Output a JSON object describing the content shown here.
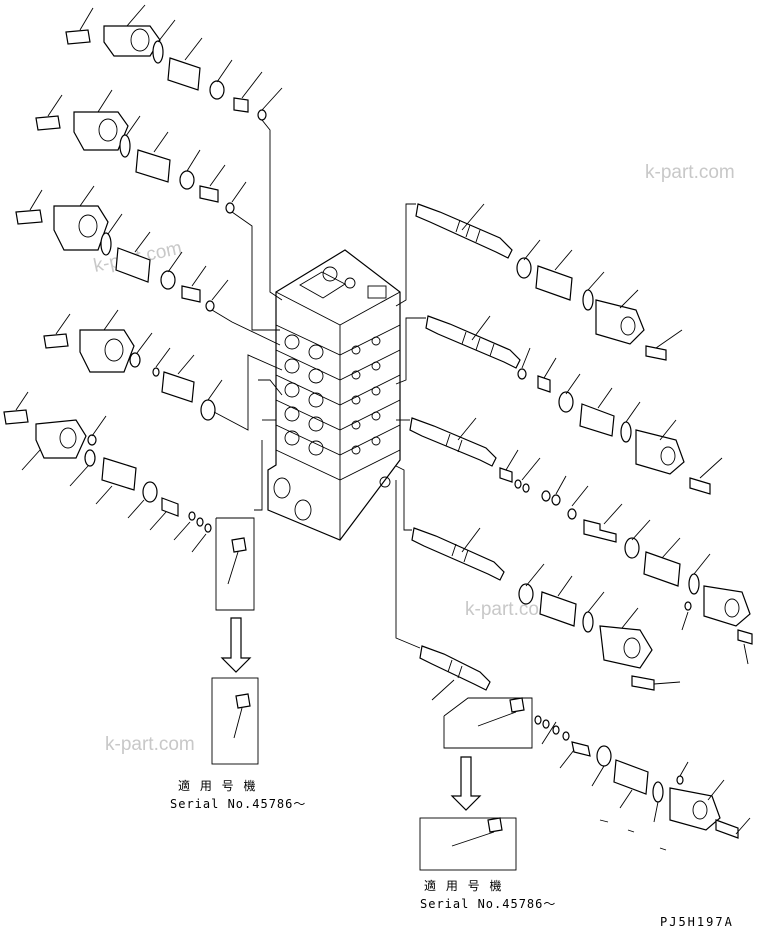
{
  "watermark": "k-part.com",
  "serial_box_left": {
    "label_jp": "適 用 号 機",
    "label_serial": "Serial No.45786～"
  },
  "serial_box_right": {
    "label_jp": "適 用 号 機",
    "label_serial": "Serial No.45786～"
  },
  "drawing_code": "PJ5H197A"
}
